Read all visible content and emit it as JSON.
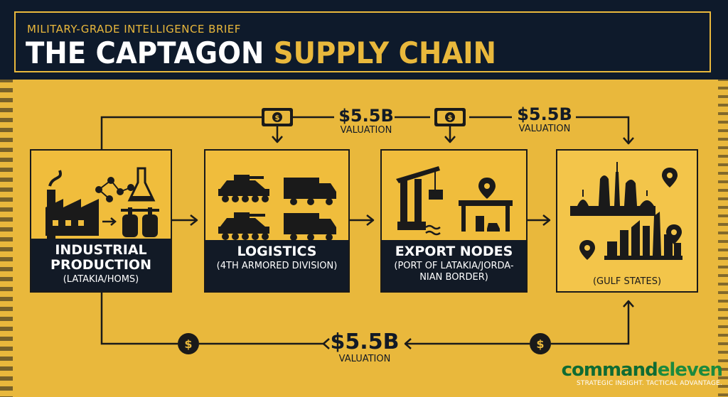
{
  "header": {
    "kicker": "MILITARY-GRADE INTELLIGENCE BRIEF",
    "title_main": "THE CAPTAGON ",
    "title_accent": "SUPPLY CHAIN"
  },
  "stages": [
    {
      "name_line1": "INDUSTRIAL",
      "name_line2": "PRODUCTION",
      "sub_line1": "(LATAKIA/HOMS)",
      "sub_line2": ""
    },
    {
      "name_line1": "LOGISTICS",
      "name_line2": "",
      "sub_line1": "(4TH ARMORED DIVISION)",
      "sub_line2": ""
    },
    {
      "name_line1": "EXPORT NODES",
      "name_line2": "",
      "sub_line1": "(PORT OF LATAKIA/JORDA-",
      "sub_line2": "NIAN BORDER)"
    },
    {
      "name_line1": "",
      "name_line2": "",
      "sub_line1": "(GULF STATES)",
      "sub_line2": ""
    }
  ],
  "valuations": [
    {
      "amount": "$5.5B",
      "label": "VALUATION"
    },
    {
      "amount": "$5.5B",
      "label": "VALUATION"
    },
    {
      "amount": "$5.5B",
      "label": "VALUATION"
    }
  ],
  "brand": {
    "name_part1": "command",
    "name_part2": "eleven",
    "tagline": "STRATEGIC INSIGHT. TACTICAL ADVANTAGE."
  },
  "colors": {
    "background": "#e9b83c",
    "navy": "#0e1a2b",
    "accent": "#e9b83c",
    "brand_green": "#1c8a3e"
  },
  "icons": [
    "factory-icon",
    "molecule-icon",
    "flask-icon",
    "tank-icon",
    "armored-vehicle-icon",
    "truck-icon",
    "crane-icon",
    "shipping-container-icon",
    "fuel-station-icon",
    "location-pin-icon",
    "skyline-icon",
    "money-bill-icon",
    "coin-icon"
  ]
}
